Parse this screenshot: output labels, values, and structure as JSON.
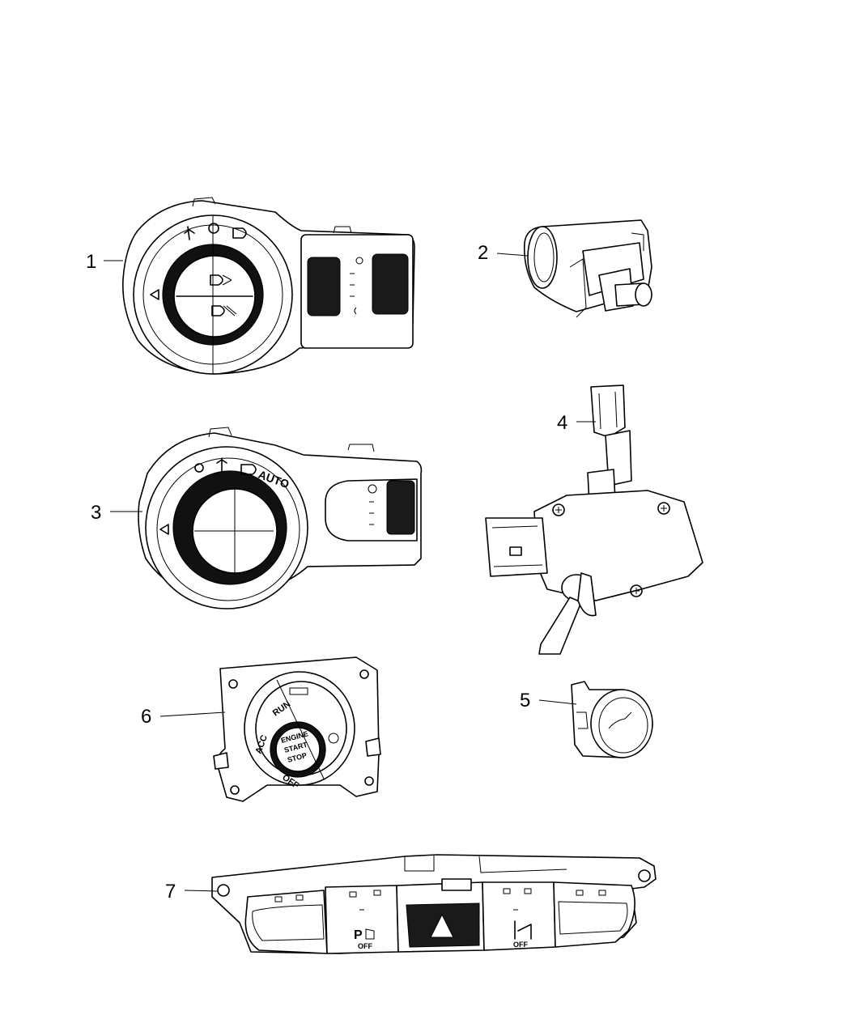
{
  "callouts": [
    {
      "id": "1",
      "label": "1"
    },
    {
      "id": "2",
      "label": "2"
    },
    {
      "id": "3",
      "label": "3"
    },
    {
      "id": "4",
      "label": "4"
    },
    {
      "id": "5",
      "label": "5"
    },
    {
      "id": "6",
      "label": "6"
    },
    {
      "id": "7",
      "label": "7"
    }
  ],
  "switch_labels": {
    "auto": "AUTO",
    "run": "RUN",
    "acc": "ACC",
    "off": "OFF",
    "engine": "ENGINE",
    "start": "START",
    "stop": "STOP",
    "park_off": "OFF",
    "esc_off": "OFF",
    "park_p": "P"
  }
}
